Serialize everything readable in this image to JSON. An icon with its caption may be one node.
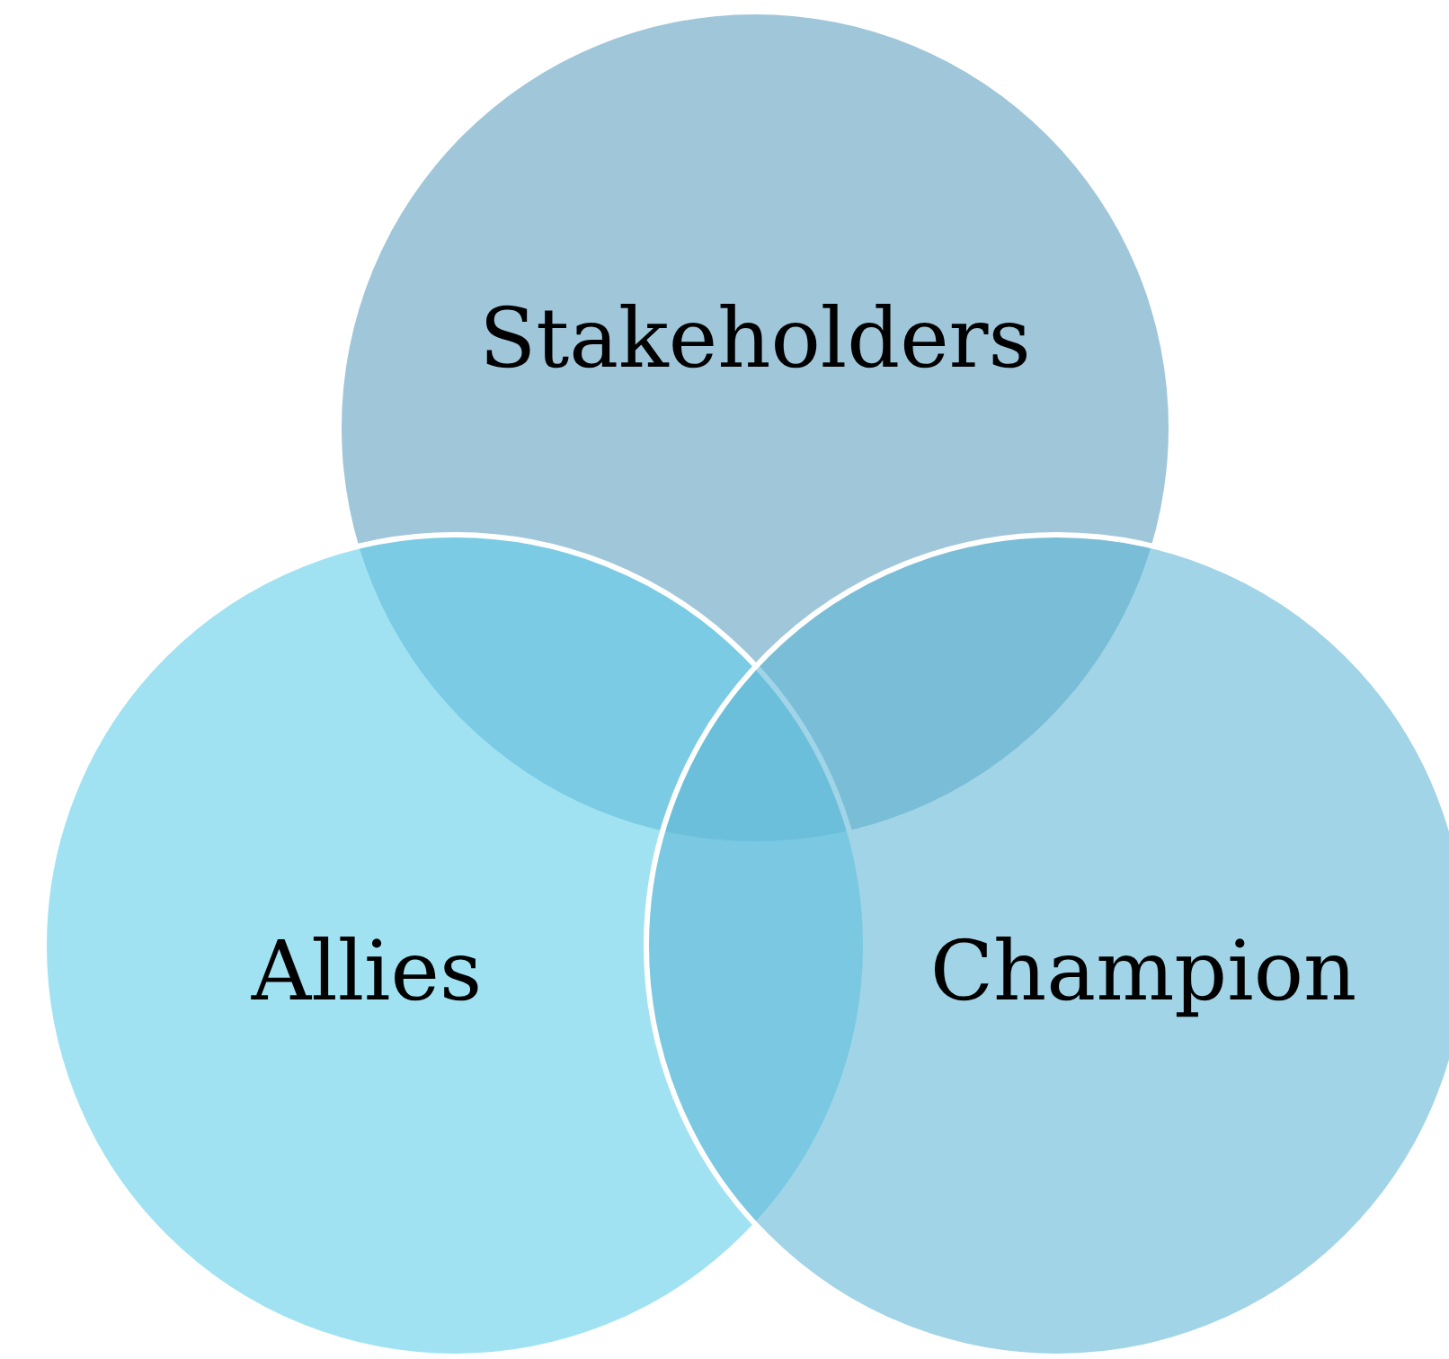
{
  "diagram": {
    "nodes": [
      {
        "text": [
          "Stakeholders"
        ]
      },
      {
        "text": [
          "Allies"
        ]
      },
      {
        "text": [
          "Champion"
        ]
      }
    ]
  }
}
